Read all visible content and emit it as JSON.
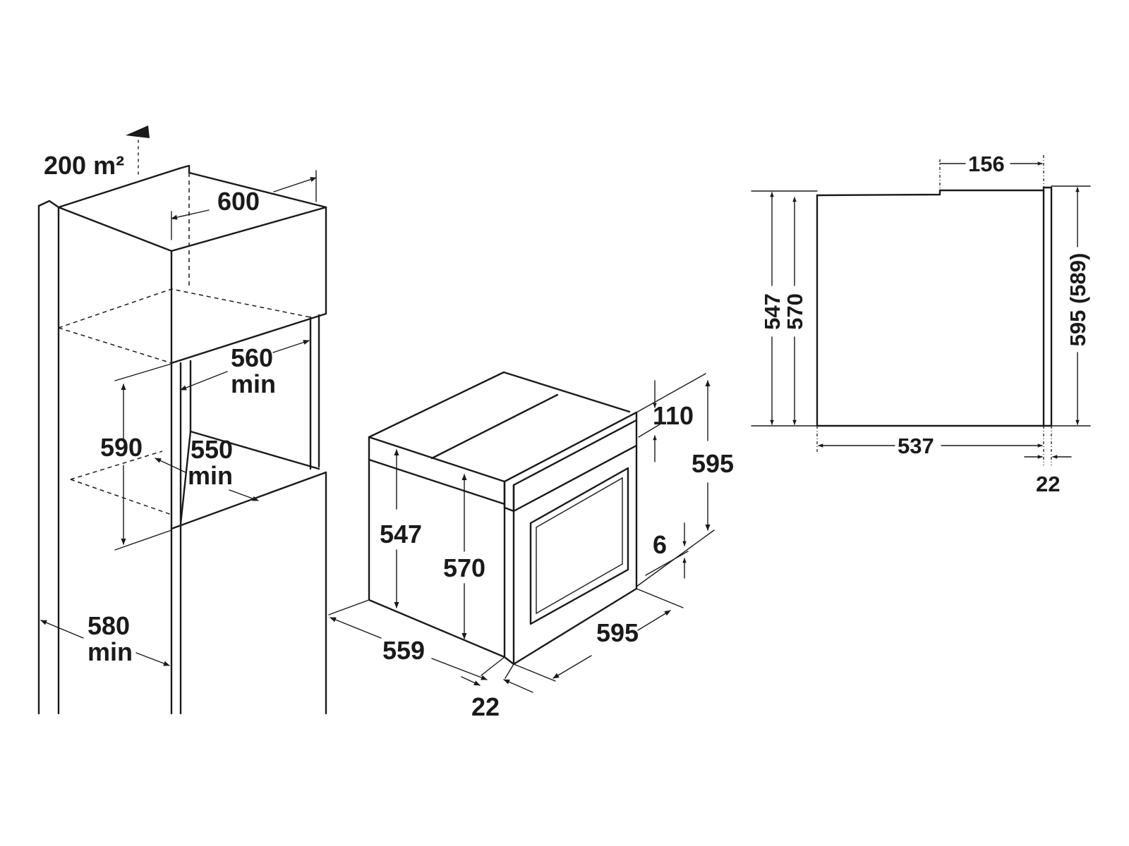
{
  "niche": {
    "vent_area": "200 m²",
    "width": "600",
    "depth_min": "560",
    "depth_min_unit": "min",
    "height": "590",
    "width_min": "550",
    "width_min_unit": "min",
    "cabinet_depth_min": "580",
    "cabinet_depth_min_unit": "min"
  },
  "oven_3d": {
    "body_height": "547",
    "front_height": "570",
    "depth": "559",
    "front_depth": "22",
    "width": "595",
    "panel_height": "110",
    "total_height": "595",
    "bottom_offset": "6"
  },
  "side_view": {
    "top_step": "156",
    "height_body": "547",
    "height_front": "570",
    "height_total": "595 (589)",
    "depth": "537",
    "front_depth": "22"
  },
  "colors": {
    "line": "#1a1a1a",
    "background": "#ffffff"
  }
}
